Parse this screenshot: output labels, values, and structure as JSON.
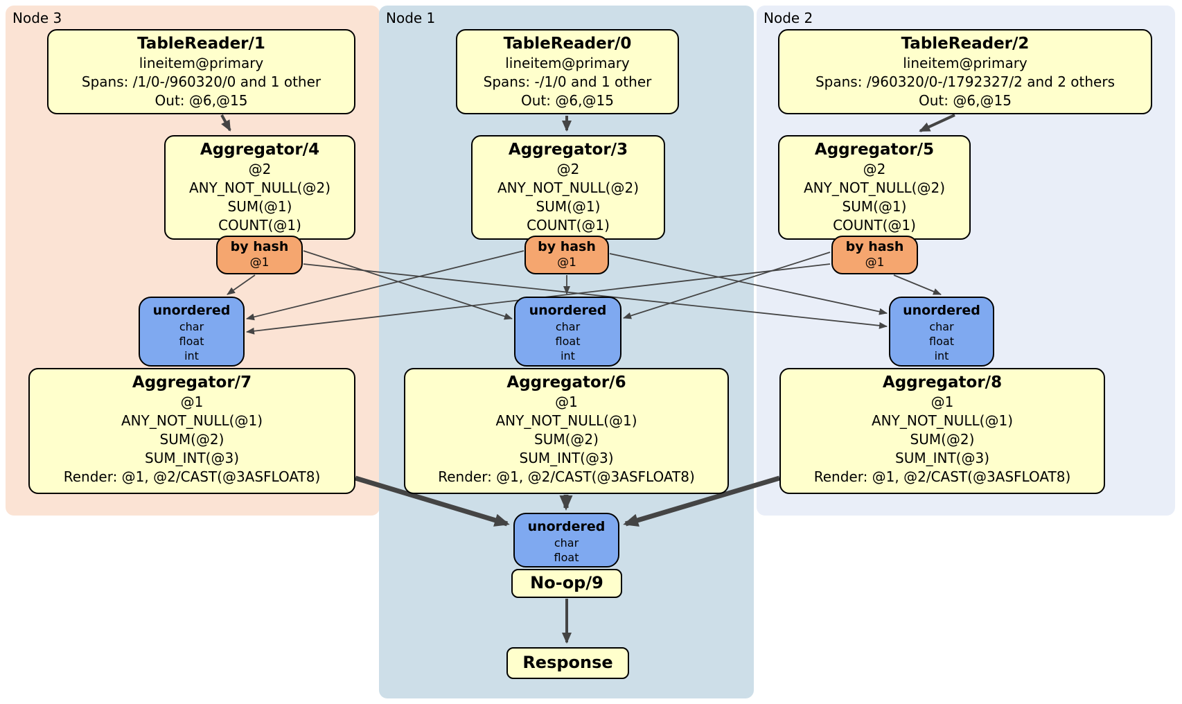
{
  "colors": {
    "region_node3": "#fbe3d4",
    "region_node1": "#cddee8",
    "region_node2": "#e9eef8",
    "box_fill": "#ffffcc",
    "router_fill": "#f5a66f",
    "sync_fill": "#7fa9f0",
    "edge": "#444444"
  },
  "nodes": {
    "node3": {
      "label": "Node 3",
      "table_reader": {
        "title": "TableReader/1",
        "lines": [
          "lineitem@primary",
          "Spans: /1/0-/960320/0 and 1 other",
          "Out: @6,@15"
        ]
      },
      "aggregator_top": {
        "title": "Aggregator/4",
        "lines": [
          "@2",
          "ANY_NOT_NULL(@2)",
          "SUM(@1)",
          "COUNT(@1)"
        ]
      },
      "router": {
        "title": "by hash",
        "key": "@1"
      },
      "sync": {
        "title": "unordered",
        "items": [
          "char",
          "float",
          "int"
        ]
      },
      "aggregator_bottom": {
        "title": "Aggregator/7",
        "lines": [
          "@1",
          "ANY_NOT_NULL(@1)",
          "SUM(@2)",
          "SUM_INT(@3)",
          "Render: @1, @2/CAST(@3ASFLOAT8)"
        ]
      }
    },
    "node1": {
      "label": "Node 1",
      "table_reader": {
        "title": "TableReader/0",
        "lines": [
          "lineitem@primary",
          "Spans: -/1/0 and 1 other",
          "Out: @6,@15"
        ]
      },
      "aggregator_top": {
        "title": "Aggregator/3",
        "lines": [
          "@2",
          "ANY_NOT_NULL(@2)",
          "SUM(@1)",
          "COUNT(@1)"
        ]
      },
      "router": {
        "title": "by hash",
        "key": "@1"
      },
      "sync": {
        "title": "unordered",
        "items": [
          "char",
          "float",
          "int"
        ]
      },
      "aggregator_bottom": {
        "title": "Aggregator/6",
        "lines": [
          "@1",
          "ANY_NOT_NULL(@1)",
          "SUM(@2)",
          "SUM_INT(@3)",
          "Render: @1, @2/CAST(@3ASFLOAT8)"
        ]
      },
      "final_sync": {
        "title": "unordered",
        "items": [
          "char",
          "float"
        ]
      },
      "noop": {
        "title": "No-op/9"
      },
      "response": {
        "title": "Response"
      }
    },
    "node2": {
      "label": "Node 2",
      "table_reader": {
        "title": "TableReader/2",
        "lines": [
          "lineitem@primary",
          "Spans: /960320/0-/1792327/2 and 2 others",
          "Out: @6,@15"
        ]
      },
      "aggregator_top": {
        "title": "Aggregator/5",
        "lines": [
          "@2",
          "ANY_NOT_NULL(@2)",
          "SUM(@1)",
          "COUNT(@1)"
        ]
      },
      "router": {
        "title": "by hash",
        "key": "@1"
      },
      "sync": {
        "title": "unordered",
        "items": [
          "char",
          "float",
          "int"
        ]
      },
      "aggregator_bottom": {
        "title": "Aggregator/8",
        "lines": [
          "@1",
          "ANY_NOT_NULL(@1)",
          "SUM(@2)",
          "SUM_INT(@3)",
          "Render: @1, @2/CAST(@3ASFLOAT8)"
        ]
      }
    }
  }
}
